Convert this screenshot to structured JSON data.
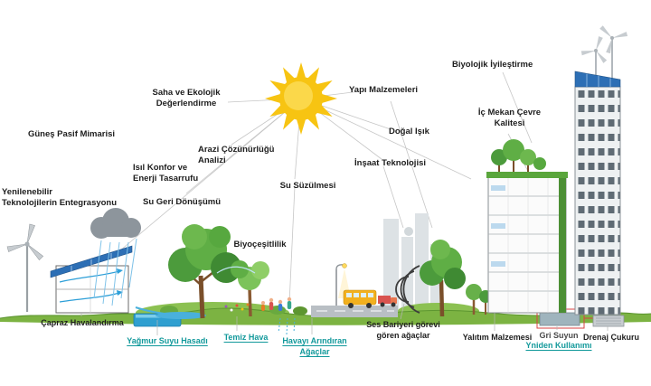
{
  "colors": {
    "teal_label": "#12999b",
    "dark_label": "#1d1d1d",
    "sun_yellow": "#f7c412",
    "solar_panel_blue": "#2d6fb5",
    "grass_green": "#7cb342",
    "water_blue": "#2f9fd0"
  },
  "concepts": {
    "gunes_pasif_mimarisi": "Güneş Pasif Mimarisi",
    "saha_ekolojik": "Saha ve Ekolojik\nDeğerlendirme",
    "arazi_cozunurlugu": "Arazi Çözünürlüğü\nAnalizi",
    "isil_konfor": "Isıl Konfor ve\nEnerji Tasarrufu",
    "su_geri_donusumu": "Su Geri Dönüşümü",
    "yenilenebilir": "Yenilenebilir\nTeknolojilerin Entegrasyonu",
    "su_suzulmesi": "Su Süzülmesi",
    "biyocesitlilik": "Biyoçeşitlilik",
    "yapi_malzemeleri": "Yapı Malzemeleri",
    "dogal_isik": "Doğal Işık",
    "insaat_teknolojisi": "İnşaat Teknolojisi",
    "biyolojik_iyilestirme": "Biyolojik İyileştirme",
    "ic_mekan_cevre": "İç Mekan Çevre\nKalitesi"
  },
  "ground_labels": {
    "capraz_havalandirma": "Çapraz Havalandırma",
    "yagmur_suyu_hasadi": "Yağmur Suyu Hasadı",
    "temiz_hava": "Temiz Hava",
    "havayi_arindiran": "Havayı Arındıran\nAğaçlar",
    "ses_bariyeri": "Ses Bariyeri görevi\ngören ağaçlar",
    "yalitim_malzemesi": "Yalıtım Malzemesi",
    "gri_suyun": "Gri Suyun",
    "yniden_kullanimi": "Yniden Kullanımı",
    "drenaj_cukuru": "Drenaj Çukuru"
  }
}
